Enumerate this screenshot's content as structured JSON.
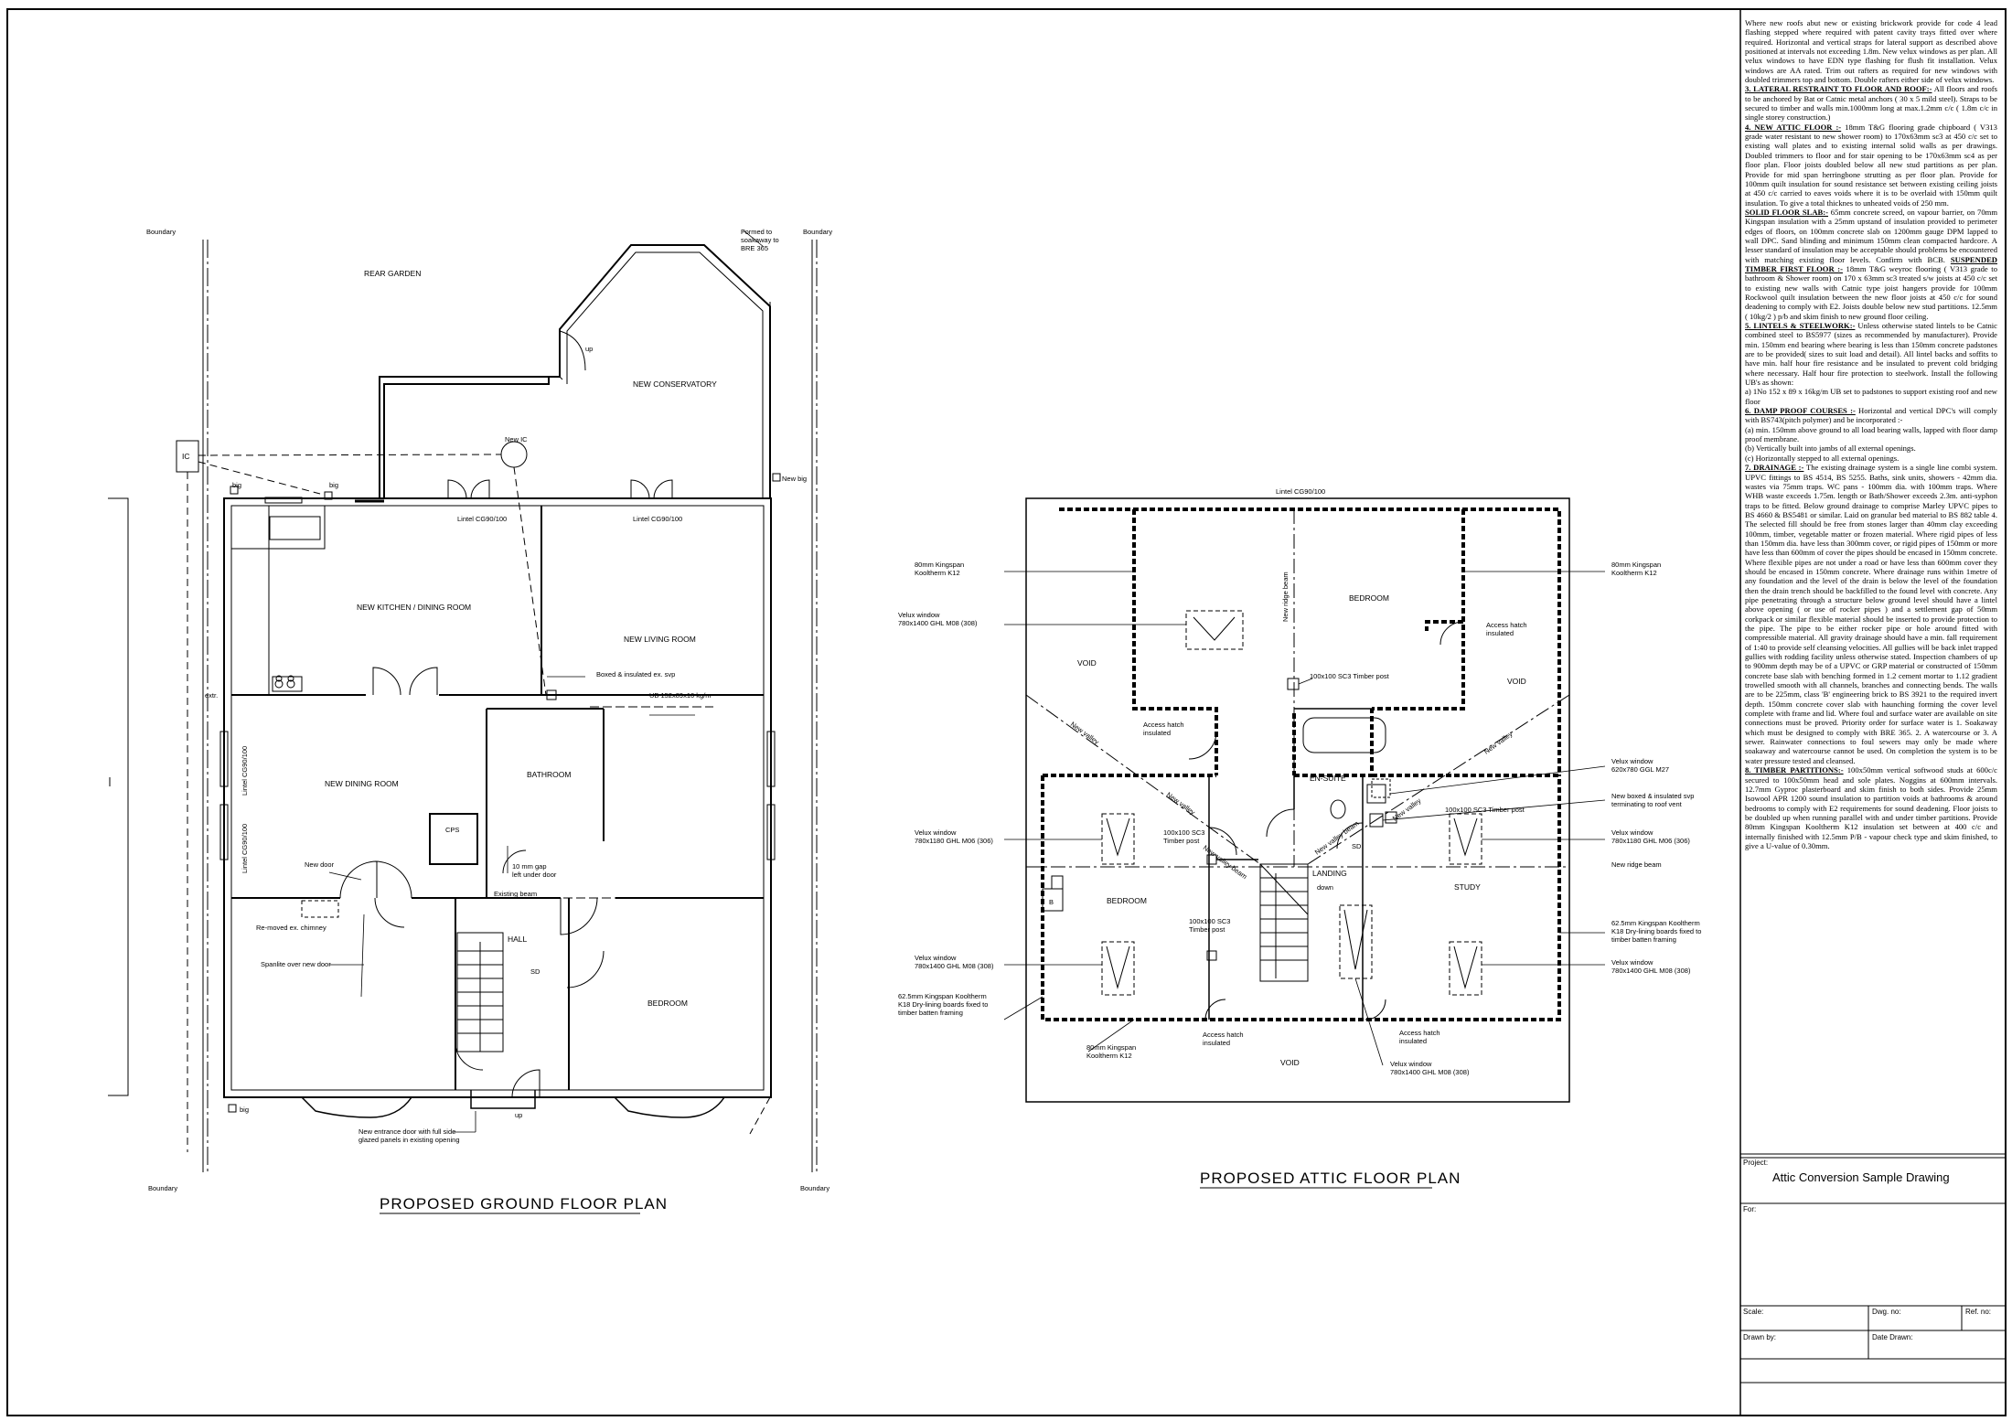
{
  "ground_floor": {
    "title": "PROPOSED GROUND FLOOR PLAN",
    "labels": {
      "boundary_left_top": "Boundary",
      "boundary_right_top": "Boundary",
      "boundary_left_bottom": "Boundary",
      "boundary_right_bottom": "Boundary",
      "rear_garden": "REAR GARDEN",
      "formed_soakaway": "Formed to\nsoakaway to\nBRE 365",
      "up_top": "up",
      "new_conservatory": "NEW CONSERVATORY",
      "ic": "IC",
      "new_ic": "New IC",
      "big_1": "big",
      "big_2": "big",
      "new_big": "New big",
      "lintel_1": "Lintel CG90/100",
      "lintel_2": "Lintel CG90/100",
      "kitchen": "NEW KITCHEN / DINING ROOM",
      "living": "NEW LIVING ROOM",
      "boxed_svp": "Boxed & insulated ex. svp",
      "ub": "UB 152x89x16 kg/m",
      "extr": "extr.",
      "lintel_v1": "Lintel CG90/100",
      "lintel_v2": "Lintel CG90/100",
      "dining": "NEW DINING ROOM",
      "bathroom": "BATHROOM",
      "cps": "CPS",
      "new_door": "New door",
      "gap": "10 mm gap\nleft under door",
      "existing_beam": "Existing beam",
      "removed_chimney": "Re-moved ex. chimney",
      "spanlite": "Spanlite over new door",
      "hall": "HALL",
      "sd": "SD",
      "bedroom": "BEDROOM",
      "big_3": "big",
      "up_bottom": "up",
      "new_entrance": "New entrance door with full side\nglazed panels in existing opening"
    }
  },
  "attic_floor": {
    "title": "PROPOSED ATTIC FLOOR PLAN",
    "labels": {
      "lintel": "Lintel CG90/100",
      "kingspan_tl": "80mm Kingspan\nKooltherm K12",
      "kingspan_tr": "80mm Kingspan\nKooltherm K12",
      "velux_tl": "Velux window\n780x1400 GHL M08 (308)",
      "new_ridge_beam_v": "New ridge beam",
      "bedroom_top": "BEDROOM",
      "access_hatch_tr": "Access hatch\ninsulated",
      "void_l": "VOID",
      "void_r": "VOID",
      "timber_post_top": "100x100 SC3 Timber post",
      "access_hatch_l": "Access hatch\ninsulated",
      "new_valley_1": "New valley",
      "new_valley_2": "New valley",
      "new_valley_3": "New valley",
      "new_valley_4": "New valley",
      "new_valley_beam_1": "New valley beam",
      "new_valley_beam_2": "New valley beam",
      "ensuite": "EN-SUITE",
      "velux_ensuite": "Velux window\n620x780 GGL M27",
      "new_boxed_svp": "New boxed & insulated svp\nterminating to roof vent",
      "timber_post_r": "100x100 SC3 Timber post",
      "velux_l": "Velux window\n780x1180 GHL M06 (306)",
      "timber_post_mid": "100x100 SC3\nTimber post",
      "velux_r": "Velux window\n780x1180 GHL M06 (306)",
      "sd": "SD",
      "study": "STUDY",
      "b": "B",
      "bedroom_left": "BEDROOM",
      "landing": "LANDING",
      "down": "down",
      "new_ridge_beam_h": "New ridge beam",
      "timber_post_bl": "100x100 SC3\nTimber post",
      "velux_bl": "Velux window\n780x1400 GHL M08 (308)",
      "kingspan_62_r": "62.5mm Kingspan Kooltherm\nK18 Dry-lining boards fixed to\ntimber batten framing",
      "velux_br": "Velux window\n780x1400 GHL M08 (308)",
      "kingspan_62_l": "62.5mm Kingspan Kooltherm\nK18 Dry-lining boards fixed to\ntimber batten framing",
      "kingspan_bl": "80mm Kingspan\nKooltherm K12",
      "access_hatch_bm": "Access hatch\ninsulated",
      "access_hatch_br": "Access hatch\ninsulated",
      "void_bottom": "VOID",
      "velux_bottom": "Velux window\n780x1400 GHL M08 (308)"
    }
  },
  "notes": {
    "p0": "Where new roofs abut new or existing brickwork provide for code 4 lead flashing stepped where required with patent cavity trays fitted over where required. Horizontal and vertical straps for lateral support as described above positioned at intervals not exceeding 1.8m. New velux windows as per plan. All velux windows to have EDN type flashing for flush fit installation. Velux windows are AA rated. Trim out rafters as required for new windows with doubled trimmers top and bottom. Double rafters either side of velux windows.",
    "h3": "3. LATERAL RESTRAINT TO FLOOR AND ROOF:-",
    "p3": " All floors and roofs to be anchored by Bat or Catnic metal anchors ( 30 x 5 mild steel). Straps to be secured to timber and walls min.1000mm long at max.1.2mm c/c ( 1.8m c/c in single storey construction.)",
    "h4": "4. NEW ATTIC FLOOR :-",
    "p4": " 18mm T&G flooring grade chipboard ( V313 grade water resistant to new shower room) to 170x63mm sc3 at 450 c/c set to existing wall plates and to existing internal solid walls as per drawings. Doubled trimmers to floor and for stair opening to be 170x63mm sc4 as per floor plan. Floor joists doubled below all new stud partitions as per plan. Provide for mid span herringbone strutting as per floor plan. Provide for 100mm quilt insulation for sound resistance set between existing ceiling joists at 450 c/c carried to eaves voids where it is to be overlaid with 150mm quilt insulation. To give a total thicknes to unheated voids of 250 mm.",
    "h_solid": "SOLID FLOOR SLAB:-",
    "p_solid": " 65mm concrete screed, on vapour barrier, on 70mm Kingspan insulation with a 25mm upstand of insulation provided to perimeter edges of floors, on 100mm concrete slab on 1200mm gauge DPM lapped to wall DPC. Sand blinding and minimum 150mm clean compacted hardcore. A lesser standard of insulation may be acceptable should problems be encountered with matching existing floor levels. Confirm with BCB.",
    "h_susp": "SUSPENDED TIMBER FIRST FLOOR :-",
    "p_susp": " 18mm T&G weyroc flooring ( V313 grade to bathroom & Shower room) on 170 x 63mm sc3 treated s/w joists at 450 c/c set to existing new walls with Catnic type joist hangers provide for 100mm Rockwool quilt insulation between the new floor joists at 450 c/c for sound deadening to comply with E2. Joists double below new stud partitions. 12.5mm ( 10kg/2 ) p/b and skim finish to new ground floor ceiling.",
    "h5": "5. LINTELS & STEELWORK:-",
    "p5": " Unless otherwise stated lintels to be Catnic combined steel to BS5977 (sizes as recommended by manufacturer). Provide min. 150mm end bearing where bearing is less than 150mm concrete padstones are to be provided( sizes to suit load and detail). All lintel backs and soffits to have min. half hour fire resistance and be insulated to prevent cold bridging where necessary. Half hour fire protection to steelwork. Install the following UB's as shown:",
    "p5a": "a) 1No 152 x 89 x 16kg/m UB set to padstones to support existing roof and new floor",
    "h6": "6. DAMP PROOF COURSES :-",
    "p6": " Horizontal and vertical DPC's will comply with BS743(pitch polymer) and be incorporated :-",
    "p6a": "(a) min. 150mm above ground to all load bearing walls, lapped with floor damp proof membrane.",
    "p6b": "(b) Vertically built into jambs of all external openings.",
    "p6c": "(c) Horizontally stepped to all external openings.",
    "h7": "7. DRAINAGE :-",
    "p7": " The existing drainage system is a single line combi system. UPVC fittings to BS 4514, BS 5255. Baths, sink units, showers - 42mm dia. wastes via 75mm traps. WC pans - 100mm dia. with 100mm traps. Where WHB waste exceeds 1.75m. length or Bath/Shower exceeds 2.3m. anti-syphon traps to be fitted. Below ground drainage to comprise Marley UPVC pipes to BS 4660 & BS5481 or similar. Laid on granular bed material to BS 882 table 4. The selected fill should be free from stones larger than 40mm clay exceeding 100mm, timber, vegetable matter or frozen material. Where rigid pipes of less than 150mm dia. have less than 300mm cover, or rigid pipes of 150mm or more have less than 600mm of cover the pipes should be encased in 150mm concrete. Where flexible pipes are not under a road or have less than 600mm cover they should be encased in 150mm concrete. Where drainage runs within 1metre of any foundation and the level of the drain is below the level of the foundation then the drain trench should be backfilled to the found level with concrete. Any pipe penetrating through a structure below ground level should have a lintel above opening ( or use of rocker pipes ) and a settlement gap of 50mm corkpack or similar flexible material should be inserted to provide protection to the pipe. The pipe to be either rocker pipe or hole around fitted with compressible material. All gravity drainage should have a min. fall requirement of 1:40 to provide self cleansing velocities. All gullies will be back inlet trapped gullies with rodding facility unless otherwise stated. Inspection chambers of up to 900mm depth may be of a UPVC or GRP material or constructed of 150mm concrete base slab with benching formed in 1.2 cement mortar to 1.12 gradient trowelled smooth with all channels, branches and connecting bends. The walls are to be 225mm, class 'B' engineering brick to BS 3921 to the required invert depth. 150mm concrete cover slab with haunching forming the cover level complete with frame and lid. Where foul and surface water are available on site connections must be proved. Priority order for surface water is 1. Soakaway which must be designed to comply with BRE 365. 2. A watercourse or 3. A sewer. Rainwater connections to foul sewers may only be made where soakaway and watercourse cannot be used. On completion the system is to be water pressure tested and cleansed.",
    "h8": "8. TIMBER PARTITIONS:-",
    "p8": " 100x50mm vertical softwood studs at 600c/c secured to 100x50mm head and sole plates. Noggins at 600mm intervals. 12.7mm Gyproc plasterboard and skim finish to both sides. Provide 25mm Isowool APR 1200 sound insulation to partition voids at bathrooms & around bedrooms to comply with E2 requirements for sound deadening. Floor joists to be doubled up when running parallel with and under timber partitions. Provide 80mm Kingspan Kooltherm K12 insulation set between at 400 c/c and internally finished with 12.5mm P/B - vapour check type and skim finished, to give a U-value of 0.30mm."
  },
  "title_block": {
    "project_label": "Project:",
    "project_name": "Attic Conversion Sample Drawing",
    "for_label": "For:",
    "scale_label": "Scale:",
    "dwg_label": "Dwg. no:",
    "ref_label": "Ref. no:",
    "drawn_label": "Drawn by:",
    "date_label": "Date Drawn:"
  }
}
